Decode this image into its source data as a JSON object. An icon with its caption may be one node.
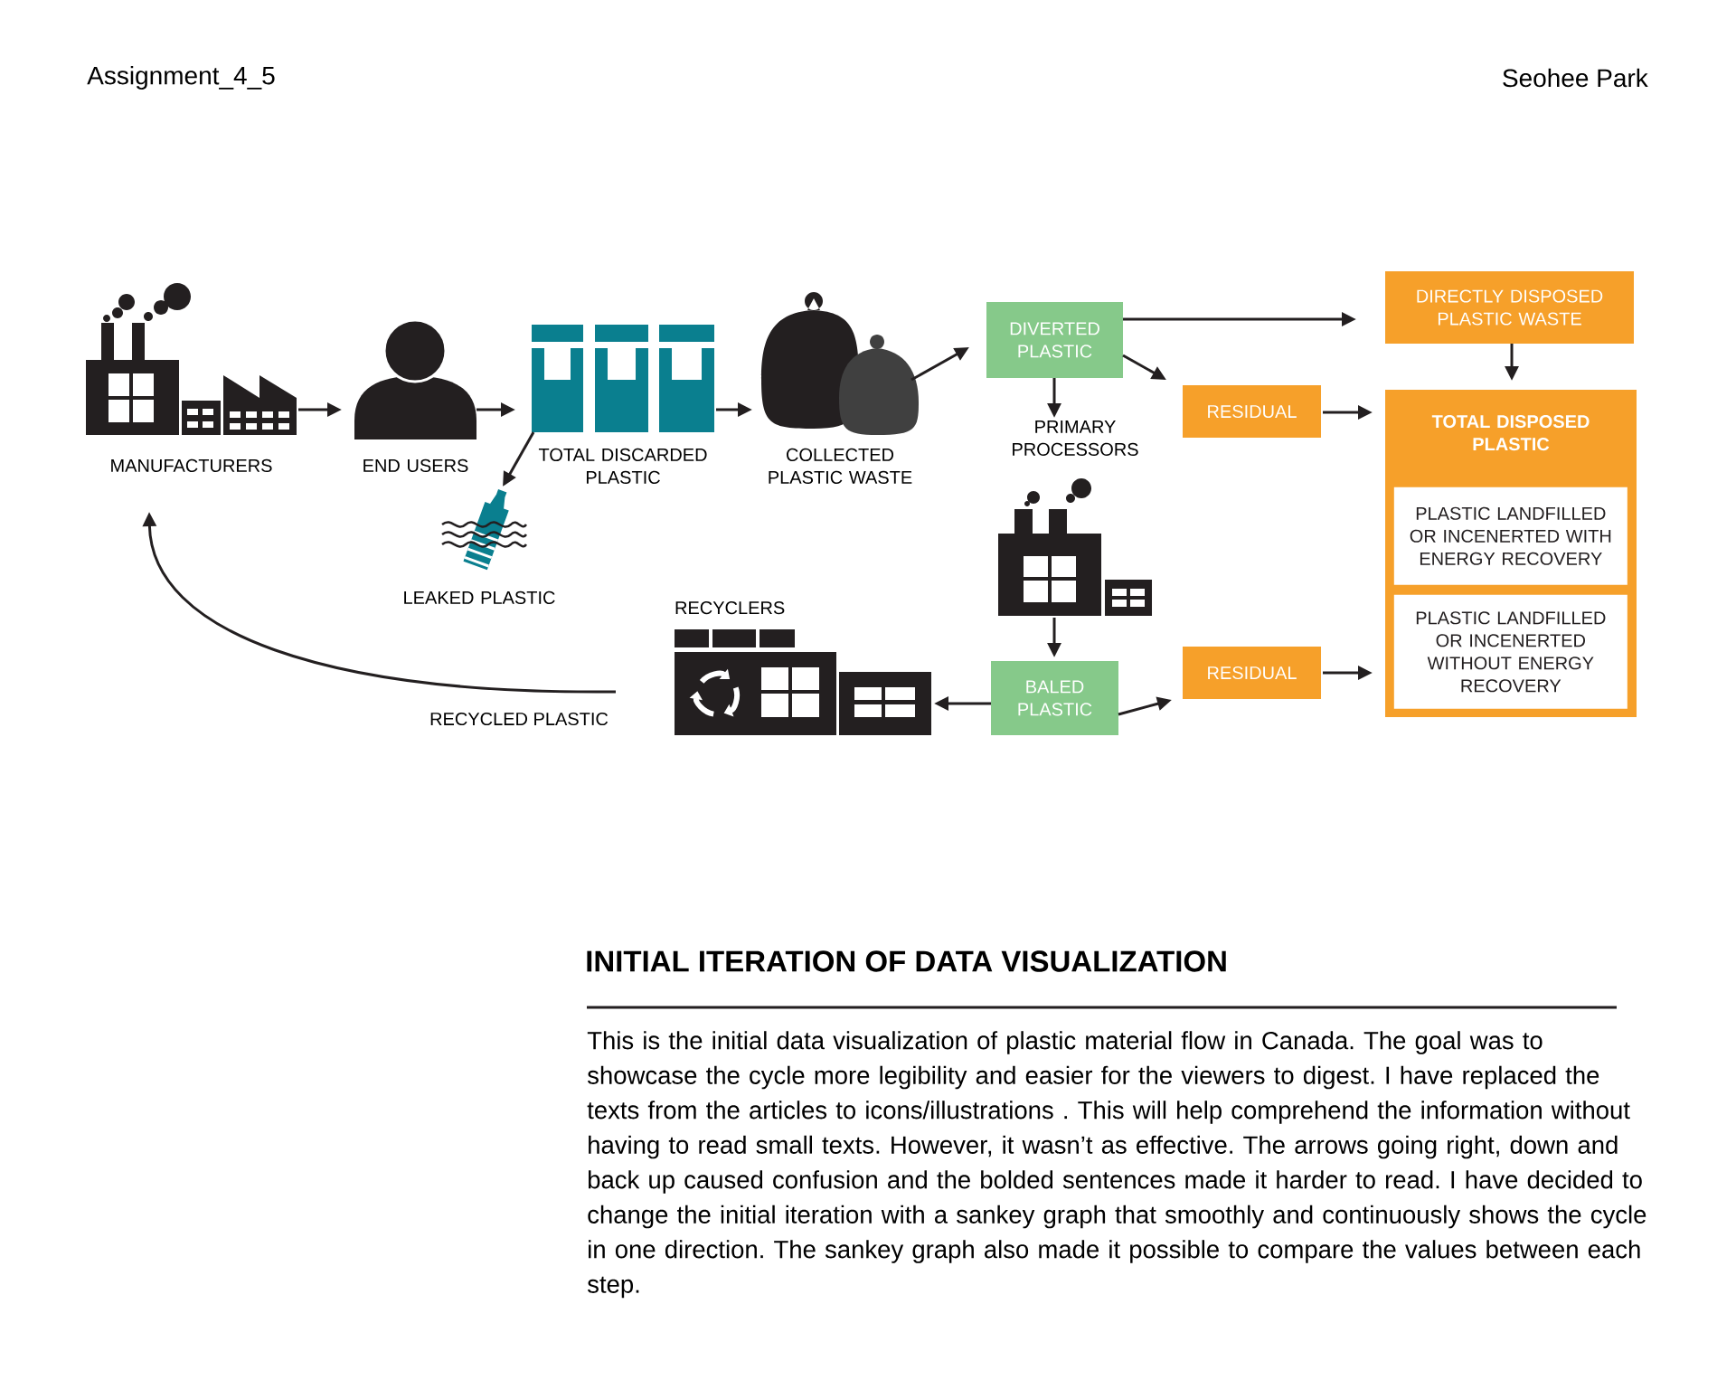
{
  "diagram": {
    "nodes": [
      {
        "text": [
          "MANUFACTURERS"
        ]
      },
      {
        "text": [
          "END USERS"
        ]
      },
      {
        "text": [
          "TOTAL DISCARDED PLASTIC"
        ]
      },
      {
        "text": [
          "COLLECTED PLASTIC WASTE"
        ]
      },
      {
        "text": [
          "LEAKED PLASTIC"
        ]
      },
      {
        "text": [
          "DIVERTED PLASTIC"
        ]
      },
      {
        "text": [
          "PRIMARY PROCESSORS"
        ]
      },
      {
        "text": [
          "DIRECTLY DISPOSED PLASTIC WASTE"
        ]
      },
      {
        "text": [
          "RESIDUAL"
        ]
      },
      {
        "text": [
          "TOTAL DISPOSED PLASTIC"
        ]
      },
      {
        "text": [
          "PLASTIC LANDFILLED OR INCENERTED WITH ENERGY RECOVERY"
        ],
        "in": 9
      },
      {
        "text": [
          "PLASTIC LANDFILLED OR INCENERTED WITHOUT ENERGY RECOVERY"
        ],
        "in": 9
      },
      {
        "text": [
          "RESIDUAL"
        ]
      },
      {
        "text": [
          "BALED PLASTIC"
        ]
      },
      {
        "text": [
          "RECYCLERS"
        ]
      }
    ],
    "edges": [
      {
        "from": 0,
        "to": 1,
        "arrow": "to"
      },
      {
        "from": 1,
        "to": 2,
        "arrow": "to"
      },
      {
        "from": 2,
        "to": 3,
        "arrow": "to"
      },
      {
        "from": 2,
        "to": 4,
        "arrow": "to"
      },
      {
        "from": 3,
        "to": 5,
        "arrow": "to"
      },
      {
        "from": 5,
        "to": 7,
        "arrow": "to"
      },
      {
        "from": 5,
        "to": 8,
        "arrow": "to"
      },
      {
        "from": 5,
        "to": 6,
        "arrow": "to"
      },
      {
        "from": 6,
        "to": 13,
        "arrow": "to"
      },
      {
        "from": 7,
        "to": 9,
        "arrow": "to"
      },
      {
        "from": 8,
        "to": 9,
        "arrow": "to"
      },
      {
        "from": 12,
        "to": 9,
        "arrow": "to"
      },
      {
        "from": 13,
        "to": 14,
        "arrow": "to"
      },
      {
        "from": 13,
        "to": 12,
        "arrow": "to"
      },
      {
        "from": 14,
        "to": 0,
        "arrow": "to",
        "label": "RECYCLED PLASTIC"
      }
    ],
    "labels": [
      "Assignment_4_5",
      "Seohee Park",
      "INITIAL ITERATION OF DATA VISUALIZATION",
      "This is the initial data visualization of plastic material flow in Canada. The goal was to showcase the cycle more legibility and easier for the viewers to digest. I have replaced the texts from the articles to icons/illustrations . This will help comprehend the information without having to read small texts. However, it wasn’t as effective. The arrows going right, down and back up caused confusion and the bolded sentences made it harder to read. I have decided to change the initial iteration with a sankey graph that smoothly and continuously shows the cycle in one direction. The sankey graph also made it possible to compare the values between each step."
    ]
  }
}
